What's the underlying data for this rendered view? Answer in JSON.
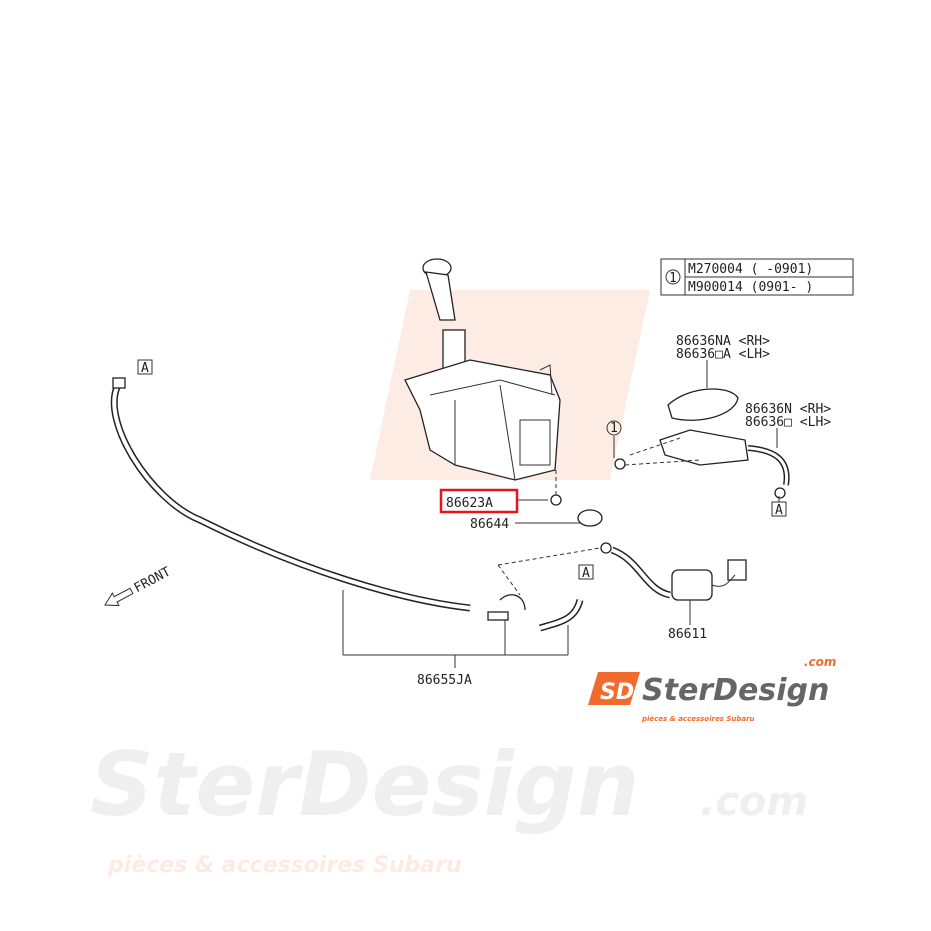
{
  "diagram": {
    "callouts": {
      "reservoir_grommet": "86623A",
      "clip": "86644",
      "pump": "86611",
      "hose_assy": "86655JA",
      "cap_rh": "86636NA <RH>",
      "cap_lh": "86636□A <LH>",
      "nozzle_rh": "86636N <RH>",
      "nozzle_lh": "86636□ <LH>",
      "front": "FRONT",
      "ref_a": "A",
      "ref_1": "1"
    },
    "highlighted_part": "86623A",
    "highlight_color": "#e8141c",
    "ref_table": {
      "key": "1",
      "rows": [
        "M270004 (   -0901)",
        "M900014 (0901-   )"
      ]
    }
  },
  "watermark": {
    "brand": "SterDesign",
    "domain": ".com",
    "tagline": "pièces & accessoires Subaru",
    "logo_mark": "SD",
    "brand_color": "#f26a2e"
  }
}
